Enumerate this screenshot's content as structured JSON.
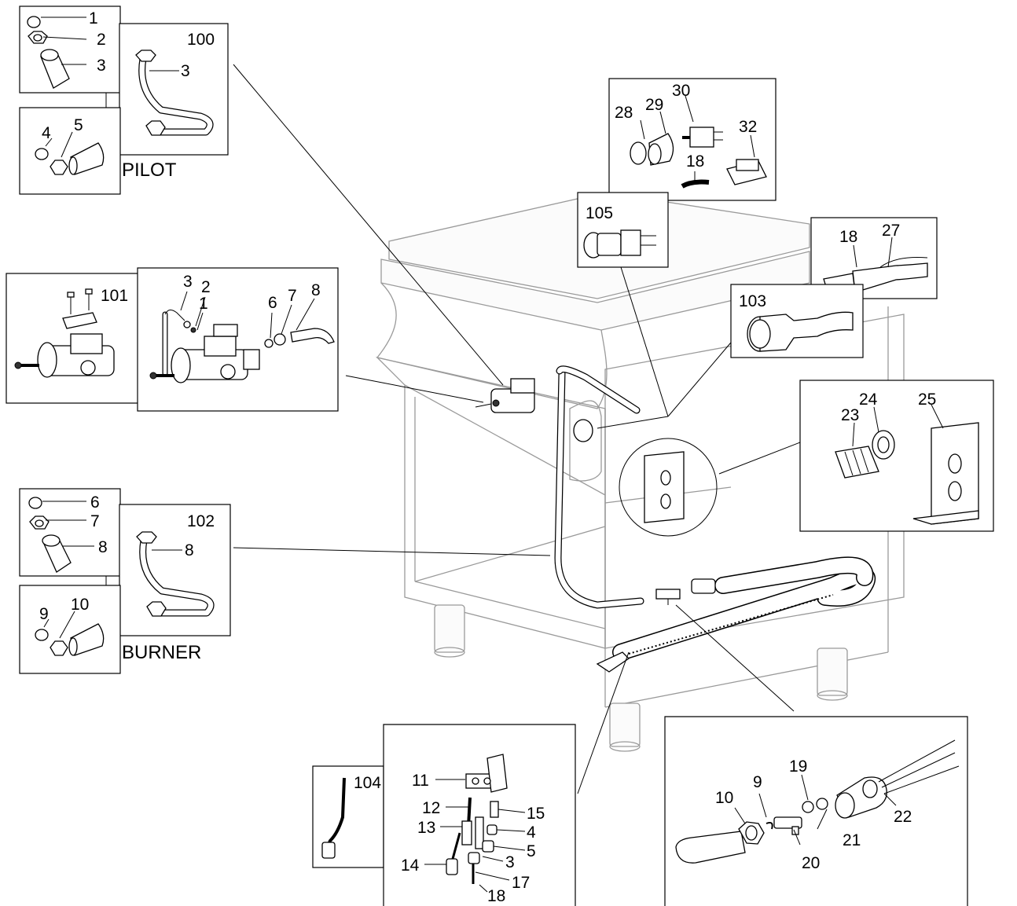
{
  "pilot_caption": "PILOT",
  "burner_caption": "BURNER",
  "labels": {
    "p1": "1",
    "p2": "2",
    "p3": "3",
    "p100": "100",
    "p3b": "3",
    "p4": "4",
    "p5": "5",
    "v3": "3",
    "v2": "2",
    "v1": "1",
    "v6": "6",
    "v7": "7",
    "v8": "8",
    "v101": "101",
    "b6": "6",
    "b7": "7",
    "b8": "8",
    "b102": "102",
    "b8b": "8",
    "b9": "9",
    "b10": "10",
    "s28": "28",
    "s29": "29",
    "s30": "30",
    "s32": "32",
    "s18": "18",
    "k105": "105",
    "k18": "18",
    "k27": "27",
    "k103": "103",
    "t23": "23",
    "t24": "24",
    "t25": "25",
    "c104": "104",
    "c11": "11",
    "c12": "12",
    "c13": "13",
    "c15": "15",
    "c4": "4",
    "c5": "5",
    "c3": "3",
    "c14": "14",
    "c17": "17",
    "c18": "18",
    "f10": "10",
    "f9": "9",
    "f19": "19",
    "f21": "21",
    "f22": "22",
    "f20": "20"
  },
  "colors": {
    "line": "#000000",
    "cabinet": "#9a9a9a",
    "background": "#ffffff"
  }
}
